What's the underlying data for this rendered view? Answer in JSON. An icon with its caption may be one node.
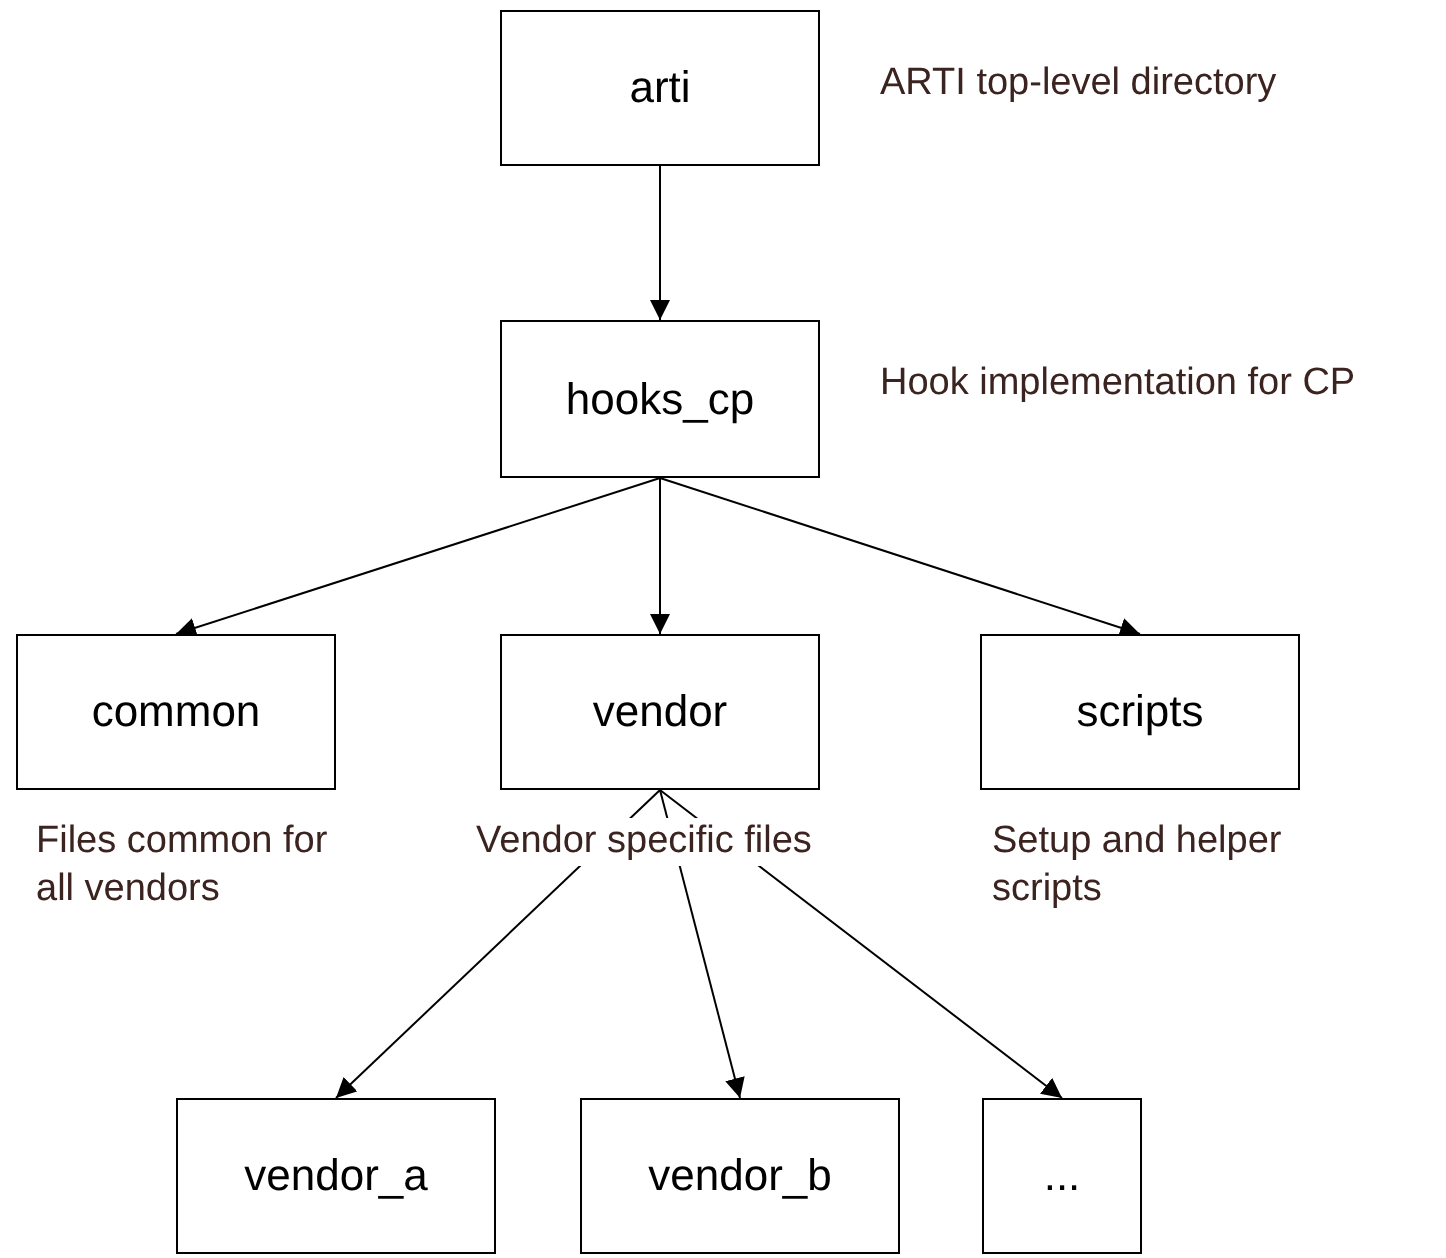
{
  "diagram": {
    "nodes": [
      {
        "text": [
          "arti"
        ],
        "beside": [
          "ARTI top-level directory"
        ]
      },
      {
        "text": [
          "hooks_cp"
        ],
        "beside": [
          "Hook implementation for CP"
        ]
      },
      {
        "text": [
          "common"
        ],
        "beside": [
          "Files common for all vendors"
        ]
      },
      {
        "text": [
          "vendor"
        ],
        "beside": [
          "Vendor specific files"
        ]
      },
      {
        "text": [
          "scripts"
        ],
        "beside": [
          "Setup and helper scripts"
        ]
      },
      {
        "text": [
          "vendor_a"
        ]
      },
      {
        "text": [
          "vendor_b"
        ]
      },
      {
        "text": [
          "..."
        ]
      }
    ],
    "edges": [
      {
        "from": 0,
        "to": 1,
        "arrow": "to"
      },
      {
        "from": 1,
        "to": 2,
        "arrow": "to"
      },
      {
        "from": 1,
        "to": 3,
        "arrow": "to"
      },
      {
        "from": 1,
        "to": 4,
        "arrow": "to"
      },
      {
        "from": 3,
        "to": 5,
        "arrow": "to"
      },
      {
        "from": 3,
        "to": 6,
        "arrow": "to"
      },
      {
        "from": 3,
        "to": 7,
        "arrow": "to"
      }
    ]
  }
}
